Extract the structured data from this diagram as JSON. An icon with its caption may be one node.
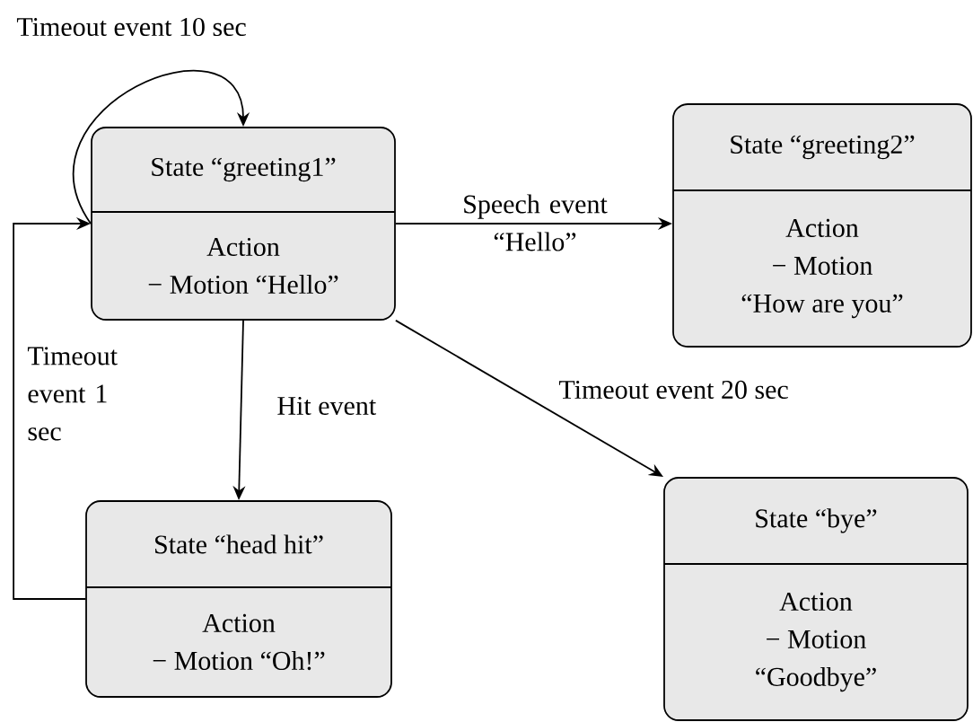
{
  "diagram": {
    "nodes": [
      {
        "text": [
          "State “greeting1”",
          "Action",
          "− Motion “Hello”"
        ]
      },
      {
        "text": [
          "State “greeting2”",
          "Action",
          "− Motion",
          "“How are you”"
        ]
      },
      {
        "text": [
          "State “head hit”",
          "Action",
          "− Motion “Oh!”"
        ]
      },
      {
        "text": [
          "State “bye”",
          "Action",
          "− Motion",
          "“Goodbye”"
        ]
      }
    ],
    "edges": [
      {
        "from": 0,
        "to": 0,
        "arrow": "to",
        "label": "Timeout event 10 sec"
      },
      {
        "from": 0,
        "to": 1,
        "arrow": "to",
        "label": "Speech event “Hello”"
      },
      {
        "from": 0,
        "to": 2,
        "arrow": "to",
        "label": "Hit event"
      },
      {
        "from": 0,
        "to": 3,
        "arrow": "to",
        "label": "Timeout event 20 sec"
      },
      {
        "from": 2,
        "to": 0,
        "arrow": "to",
        "label": "Timeout event 1 sec"
      }
    ]
  }
}
